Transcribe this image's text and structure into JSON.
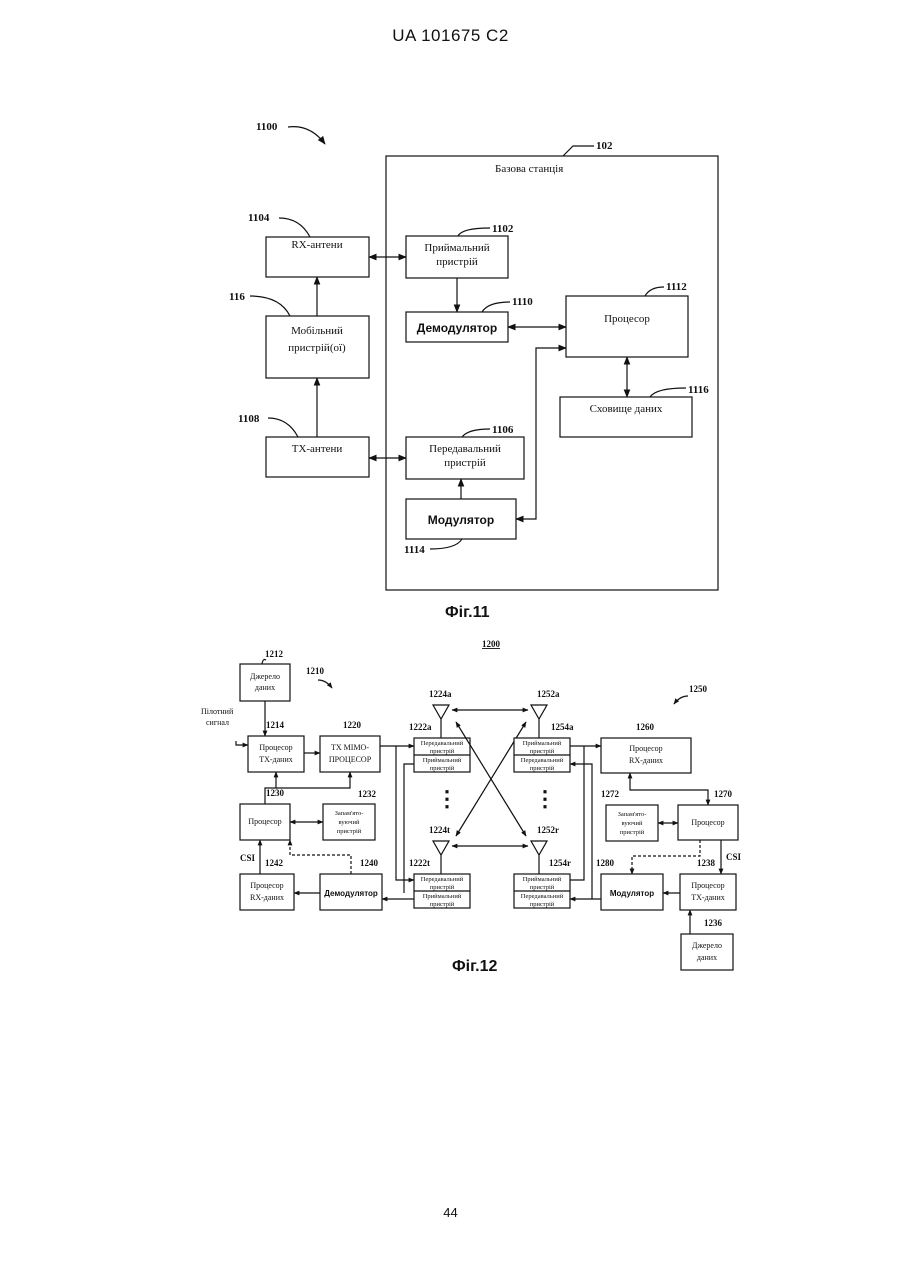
{
  "page_header": "UA   101675   C2",
  "page_number": "44",
  "fig11": {
    "caption": "Фіг.11",
    "refs": {
      "system": "1100",
      "base_station": "102",
      "rx_antennas": "1104",
      "receiver": "1102",
      "demodulator": "1110",
      "processor": "1112",
      "mobile": "116",
      "data_store": "1116",
      "tx_antennas": "1108",
      "transmitter": "1106",
      "modulator": "1114"
    },
    "labels": {
      "base_station": "Базова станція",
      "rx_antennas": "RX-антени",
      "receiver_l1": "Приймальний",
      "receiver_l2": "пристрій",
      "demodulator": "Демодулятор",
      "processor": "Процесор",
      "mobile_l1": "Мобільний",
      "mobile_l2": "пристрій(ої)",
      "data_store": "Сховище даних",
      "tx_antennas": "ТХ-антени",
      "transmitter_l1": "Передавальний",
      "transmitter_l2": "пристрій",
      "modulator": "Модулятор"
    }
  },
  "fig12": {
    "caption": "Фіг.12",
    "refs": {
      "system": "1200",
      "tx_system": "1210",
      "rx_system": "1250",
      "data_source_tx": "1212",
      "tx_data_proc": "1214",
      "tx_mimo": "1220",
      "processor_tx": "1230",
      "memory_tx": "1232",
      "rx_data_proc_tx": "1242",
      "demod_tx": "1240",
      "ant_a_tx": "1224a",
      "xcvr_a_tx": "1222a",
      "ant_t_tx": "1224t",
      "xcvr_t_tx": "1222t",
      "ant_a_rx": "1252a",
      "xcvr_a_rx": "1254a",
      "ant_r_rx": "1252r",
      "xcvr_r_rx": "1254r",
      "rx_data_proc": "1260",
      "memory_rx": "1272",
      "processor_rx": "1270",
      "modulator_rx": "1280",
      "tx_data_proc_rx": "1238",
      "data_source_rx": "1236"
    },
    "labels": {
      "data_source_l1": "Джерело",
      "data_source_l2": "даних",
      "pilot_l1": "Пілотний",
      "pilot_l2": "сигнал",
      "proc_tx_data_l1": "Процесор",
      "proc_tx_data_l2": "ТХ-даних",
      "tx_mimo_l1": "ТХ МІМО-",
      "tx_mimo_l2": "ПРОЦЕСОР",
      "transmitter_l1": "Передавальний",
      "transmitter_l2": "пристрій",
      "receiver_l1": "Приймальний",
      "receiver_l2": "пристрій",
      "processor": "Процесор",
      "memory_l1": "Запам'ято-",
      "memory_l2": "вуючий",
      "memory_l3": "пристрій",
      "csi": "CSI",
      "proc_rx_data_l1": "Процесор",
      "proc_rx_data_l2": "RX-даних",
      "demodulator": "Демодулятор",
      "modulator": "Модулятор",
      "dots": "⋮"
    }
  }
}
